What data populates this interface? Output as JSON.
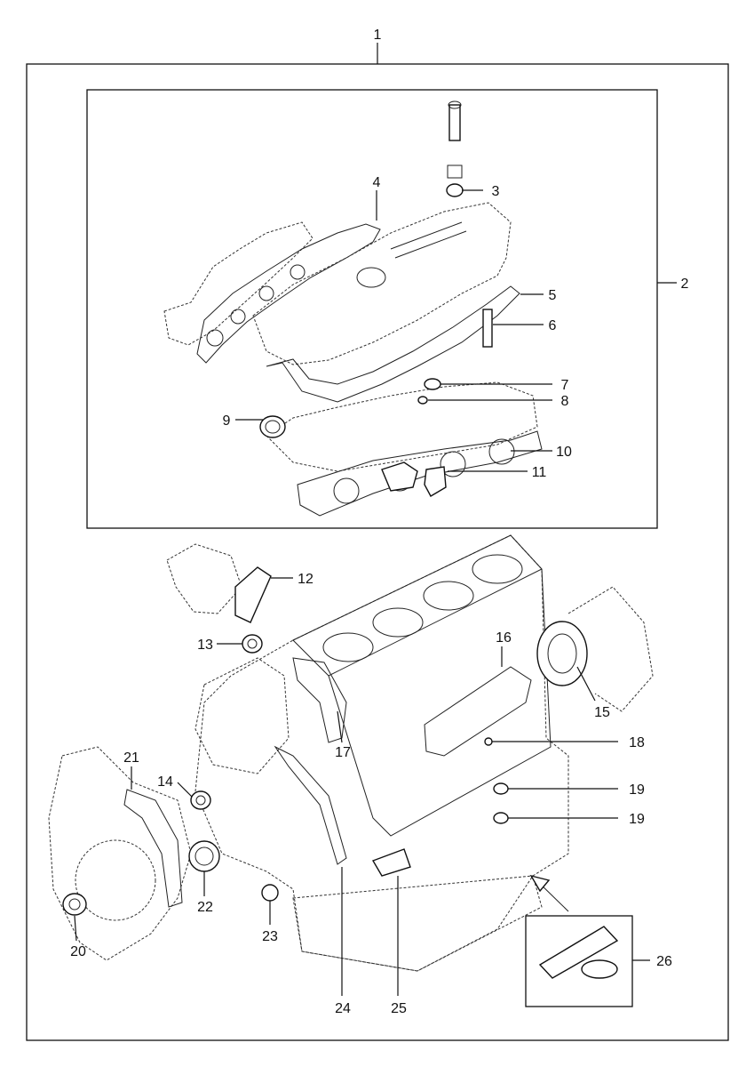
{
  "callouts": {
    "c1": "1",
    "c2": "2",
    "c3": "3",
    "c4": "4",
    "c5": "5",
    "c6": "6",
    "c7": "7",
    "c8": "8",
    "c9": "9",
    "c10": "10",
    "c11": "11",
    "c12": "12",
    "c13": "13",
    "c14": "14",
    "c15": "15",
    "c16": "16",
    "c17": "17",
    "c18": "18",
    "c19a": "19",
    "c19b": "19",
    "c20": "20",
    "c21": "21",
    "c22": "22",
    "c23": "23",
    "c24": "24",
    "c25": "25",
    "c26": "26"
  }
}
